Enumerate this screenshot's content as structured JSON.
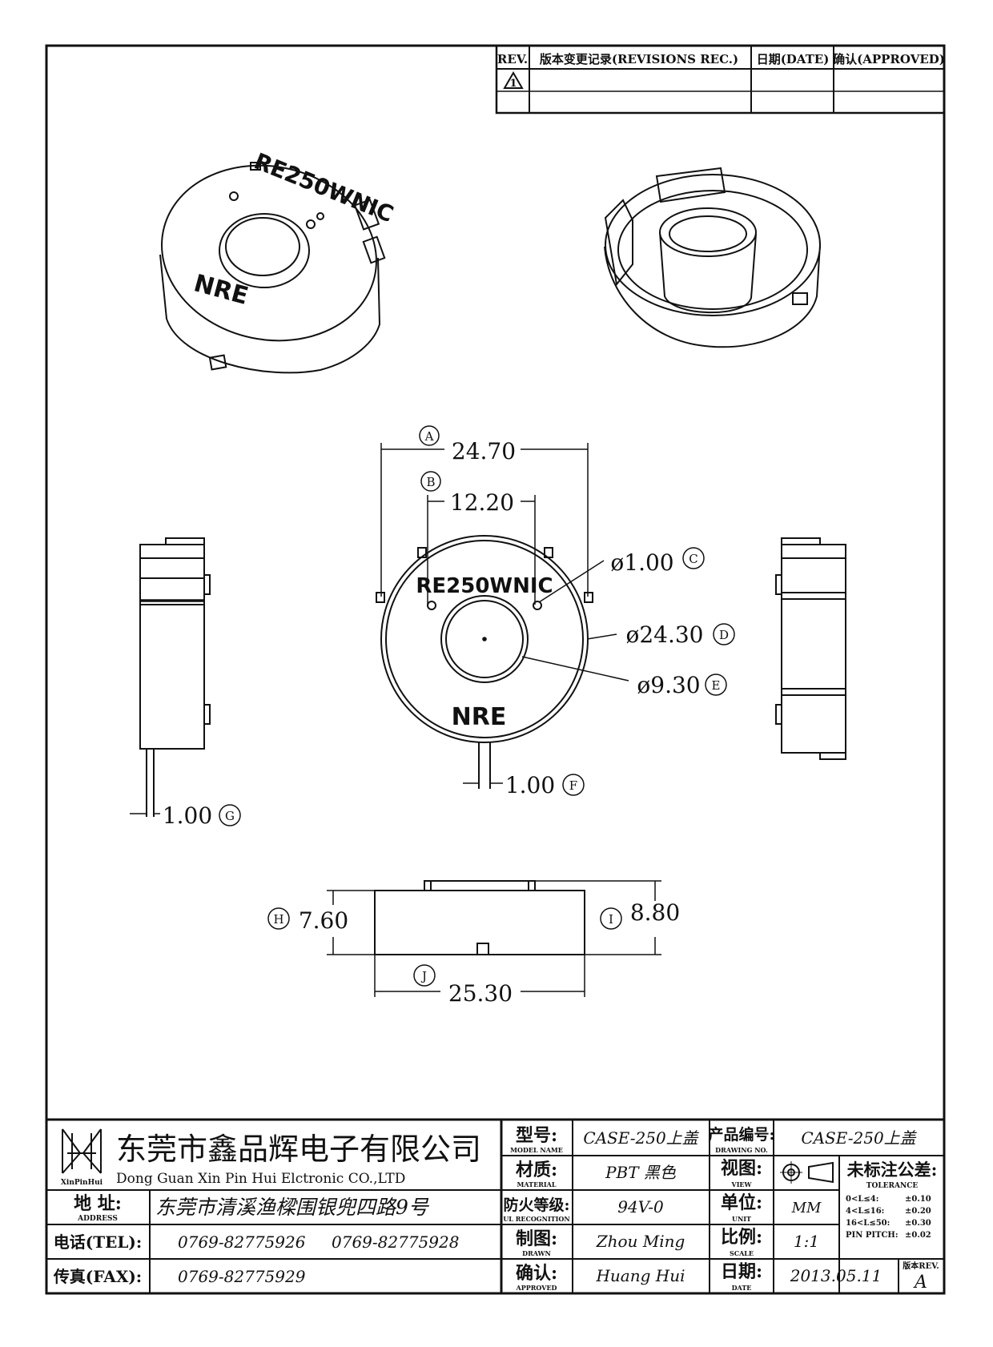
{
  "revisions": {
    "headers": [
      "REV.",
      "版本变更记录(REVISIONS REC.)",
      "日期(DATE)",
      "确认(APPROVED)"
    ],
    "rev_symbol": "1"
  },
  "part_marking": {
    "model": "RE250WNIC",
    "brand": "NRE"
  },
  "dimensions": [
    {
      "tag": "A",
      "value": "24.70"
    },
    {
      "tag": "B",
      "value": "12.20"
    },
    {
      "tag": "C",
      "value": "ø1.00"
    },
    {
      "tag": "D",
      "value": "ø24.30"
    },
    {
      "tag": "E",
      "value": "ø9.30"
    },
    {
      "tag": "F",
      "value": "1.00"
    },
    {
      "tag": "G",
      "value": "1.00"
    },
    {
      "tag": "H",
      "value": "7.60"
    },
    {
      "tag": "I",
      "value": "8.80"
    },
    {
      "tag": "J",
      "value": "25.30"
    }
  ],
  "title_block": {
    "logo_text": "XinPinHui",
    "company_cn": "东莞市鑫品辉电子有限公司",
    "company_en": "Dong Guan Xin Pin Hui Elctronic CO.,LTD",
    "address_label": "地 址:",
    "address_label_en": "ADDRESS",
    "address": "东莞市清溪渔樑围银兜四路9号",
    "tel_label": "电话(TEL):",
    "tel1": "0769-82775926",
    "tel2": "0769-82775928",
    "fax_label": "传真(FAX):",
    "fax": "0769-82775929",
    "model_label": "型号:",
    "model_label_en": "MODEL NAME",
    "model": "CASE-250上盖",
    "material_label": "材质:",
    "material_label_en": "MATERIAL",
    "material": "PBT 黑色",
    "ul_label": "防火等级:",
    "ul_label_en": "UL RECOGNITION",
    "ul": "94V-0",
    "drawn_label": "制图:",
    "drawn_label_en": "DRAWN",
    "drawn": "Zhou Ming",
    "approved_label": "确认:",
    "approved_label_en": "APPROVED",
    "approved": "Huang Hui",
    "drawing_no_label": "产品编号:",
    "drawing_no_label_en": "DRAWING NO.",
    "drawing_no": "CASE-250上盖",
    "view_label": "视图:",
    "view_label_en": "VIEW",
    "unit_label": "单位:",
    "unit_label_en": "UNIT",
    "unit": "MM",
    "scale_label": "比例:",
    "scale_label_en": "SCALE",
    "scale": "1:1",
    "date_label": "日期:",
    "date_label_en": "DATE",
    "date": "2013.05.11",
    "tolerance_label": "未标注公差:",
    "tolerance_label_en": "TOLERANCE",
    "tolerances": [
      {
        "range": "0<L≤4:",
        "value": "±0.10"
      },
      {
        "range": "4<L≤16:",
        "value": "±0.20"
      },
      {
        "range": "16<L≤50:",
        "value": "±0.30"
      },
      {
        "range": "PIN PITCH:",
        "value": "±0.02"
      }
    ],
    "rev_label": "版本REV.",
    "rev": "A"
  }
}
